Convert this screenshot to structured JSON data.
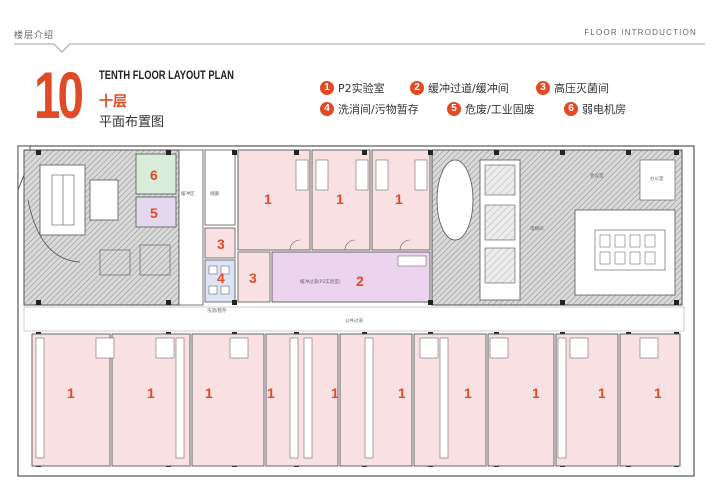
{
  "header": {
    "section_cn": "楼层介绍",
    "section_en": "FLOOR INTRODUCTION"
  },
  "title": {
    "floor_number": "10",
    "title_en": "TENTH FLOOR LAYOUT PLAN",
    "title_cn": "十层",
    "subtitle_cn": "平面布置图"
  },
  "legend": [
    {
      "num": "1",
      "label": "P2实验室"
    },
    {
      "num": "2",
      "label": "缓冲过道/缓冲间"
    },
    {
      "num": "3",
      "label": "高压灭菌间"
    },
    {
      "num": "4",
      "label": "洗消间/污物暂存"
    },
    {
      "num": "5",
      "label": "危废/工业固废"
    },
    {
      "num": "6",
      "label": "弱电机房"
    }
  ],
  "plan": {
    "zone_labels": [
      "1",
      "2",
      "3",
      "4",
      "5",
      "6"
    ],
    "room_labels": {
      "corridor": "公共过道",
      "buffer": "缓冲过道(P2实验室)",
      "wash": "洗消/暂存",
      "storage": "储藏",
      "office": "办公室",
      "shaft": "电梯间",
      "meeting": "会议室",
      "waiting": "缓冲区"
    }
  },
  "colors": {
    "accent": "#e24a26",
    "lab_pink": "#f9e1e3",
    "buffer_violet": "#ecd3ee",
    "wash_blue": "#dbe3f4",
    "waste_lavender": "#e4d8ef",
    "telecom_green": "#d8ecd9",
    "hatch_gray": "#8a8a8a"
  }
}
